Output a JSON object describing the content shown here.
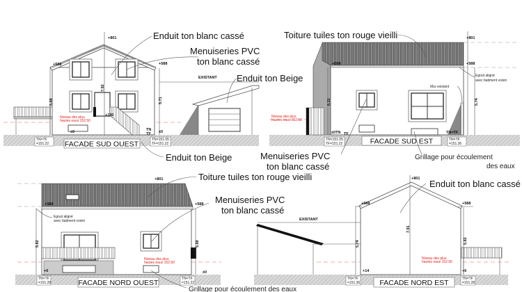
{
  "colors": {
    "flood_level": "#e02020",
    "roof": "#6b6b6b",
    "ground": "#d4d4d4"
  },
  "sud_ouest": {
    "title": "FACADE SUD OUEST",
    "callout_enduit_blanc": "Enduit ton blanc cassé",
    "callout_menuiseries_1": "Menuiseries PVC",
    "callout_menuiseries_2": "ton blanc cassé",
    "callout_enduit_beige_top": "Enduit ton Beige",
    "callout_enduit_beige_bottom": "Enduit ton Beige",
    "existant": "EXISTANT",
    "level_top": "+801",
    "level_eave_left": "+588",
    "level_eave_right": "+588",
    "level_door": "+130",
    "level_zero_left": "±0",
    "level_zero_right": "±0",
    "dim_left": "5.88",
    "dim_center": "7.92",
    "dim_right": "5.71",
    "flood_1": "Niveau des plus",
    "flood_2": "hautes eaux 152.50",
    "tn_tf": "TN",
    "tf": "TF",
    "ground_left_1": "TN=TF",
    "ground_left_2": "=151.22",
    "ground_right_1": "TN=151.05",
    "ground_right_2": "TF=151.22"
  },
  "sud_est": {
    "title": "FACADE SUD EST",
    "callout_toiture": "Toiture tuiles ton rouge vieilli",
    "callout_menuiseries_1": "Menuiseries PVC",
    "callout_menuiseries_2": "ton blanc cassé",
    "callout_grillage_1": "Grillage pour écoulement",
    "callout_grillage_2": "des eaux",
    "egout_1": "Egout aligné",
    "egout_2": "avec batiment voisin",
    "mur_existant": "Mur existant",
    "level_top": "+801",
    "level_eave_left": "+588",
    "level_eave_right": "+588",
    "level_zero": "±0TN",
    "tf": "TF",
    "tn_tf_right": "TN=TF",
    "dim_left": "6.31",
    "dim_right": "5.74",
    "flood_1": "Niveau des plus",
    "flood_2": "hautes eaux 152.50",
    "ground_left_1": "TN=151.05",
    "ground_left_2": "TF=151.22",
    "ground_right_1": "TN=TF",
    "ground_right_2": "=151.36"
  },
  "nord_ouest": {
    "title": "FACADE NORD OUEST",
    "callout_toiture": "Toiture tuiles ton rouge vieilli",
    "callout_menuiseries_1": "Menuiseries PVC",
    "callout_menuiseries_2": "ton blanc cassé",
    "callout_grillage": "Grillage pour écoulement des eaux",
    "egout_1": "Egout aligné",
    "egout_2": "avec batiment voisin",
    "level_top": "+801",
    "level_eave_left": "+588",
    "level_eave_right": "+588",
    "level_left": "+6",
    "level_right": "±0",
    "dim_left": "5.82",
    "dim_right": "5.88",
    "flood_1": "Niveau des plus",
    "flood_2": "hautes eaux 152.50",
    "ground_left_1": "TN=TF",
    "ground_left_2": "=151.28",
    "ground_right_1": "TN=TF",
    "ground_right_2": "=151.22"
  },
  "nord_est": {
    "title": "FACADE NORD EST",
    "callout_enduit_blanc": "Enduit ton blanc cassé",
    "existant": "EXISTANT",
    "level_top": "+801",
    "level_eave_left": "+588",
    "level_eave_right": "+588",
    "level_left": "+14",
    "level_right": "+6",
    "dim_left": "5.74",
    "dim_center": "7.91",
    "dim_right": "5.82",
    "flood_1": "Niveau des plus",
    "flood_2": "hautes eaux 152.50",
    "ground_left_1": "TN=TF",
    "ground_left_2": "=151.36",
    "ground_right_1": "TN=TF",
    "ground_right_2": "=151.28"
  }
}
